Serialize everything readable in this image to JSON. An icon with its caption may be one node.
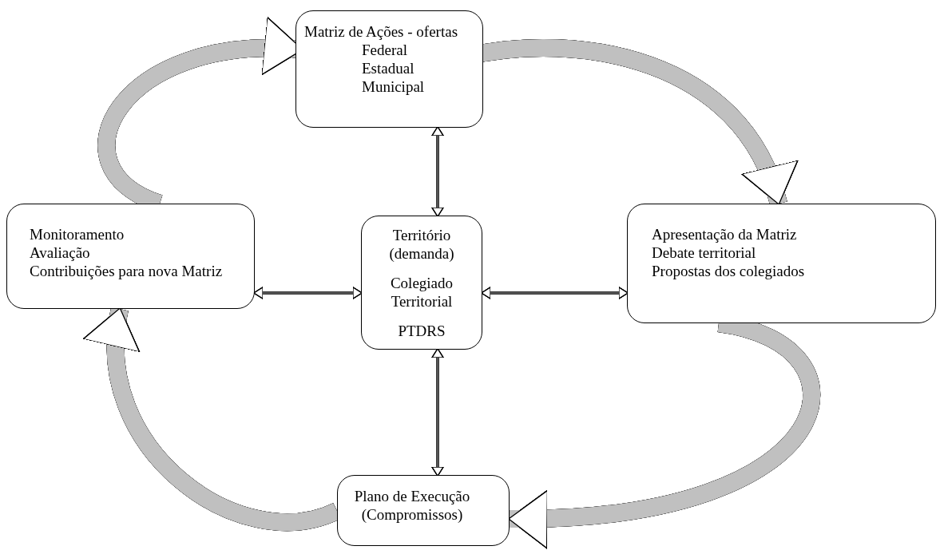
{
  "diagram": {
    "nodes": [
      {
        "text": [
          "Matriz de Ações - ofertas",
          "Federal",
          "Estadual",
          "Municipal"
        ]
      },
      {
        "text": [
          "Monitoramento",
          "Avaliação",
          "Contribuições para nova Matriz"
        ]
      },
      {
        "text": [
          "Território (demanda)",
          "Colegiado Territorial",
          "PTDRS"
        ]
      },
      {
        "text": [
          "Apresentação da Matriz",
          "Debate territorial",
          "Propostas dos colegiados"
        ]
      },
      {
        "text": [
          "Plano de Execução (Compromissos)"
        ]
      }
    ],
    "edges": [
      {
        "from": 0,
        "to": 2,
        "arrow": "both"
      },
      {
        "from": 1,
        "to": 2,
        "arrow": "both"
      },
      {
        "from": 2,
        "to": 3,
        "arrow": "both"
      },
      {
        "from": 2,
        "to": 4,
        "arrow": "both"
      },
      {
        "from": 0,
        "to": 3,
        "arrow": "to",
        "style": "thick",
        "color": "#c0c0c0"
      },
      {
        "from": 3,
        "to": 4,
        "arrow": "to",
        "style": "thick",
        "color": "#c0c0c0"
      },
      {
        "from": 4,
        "to": 1,
        "arrow": "to",
        "style": "thick",
        "color": "#c0c0c0"
      },
      {
        "from": 1,
        "to": 0,
        "arrow": "to",
        "style": "thick",
        "color": "#c0c0c0"
      }
    ]
  }
}
